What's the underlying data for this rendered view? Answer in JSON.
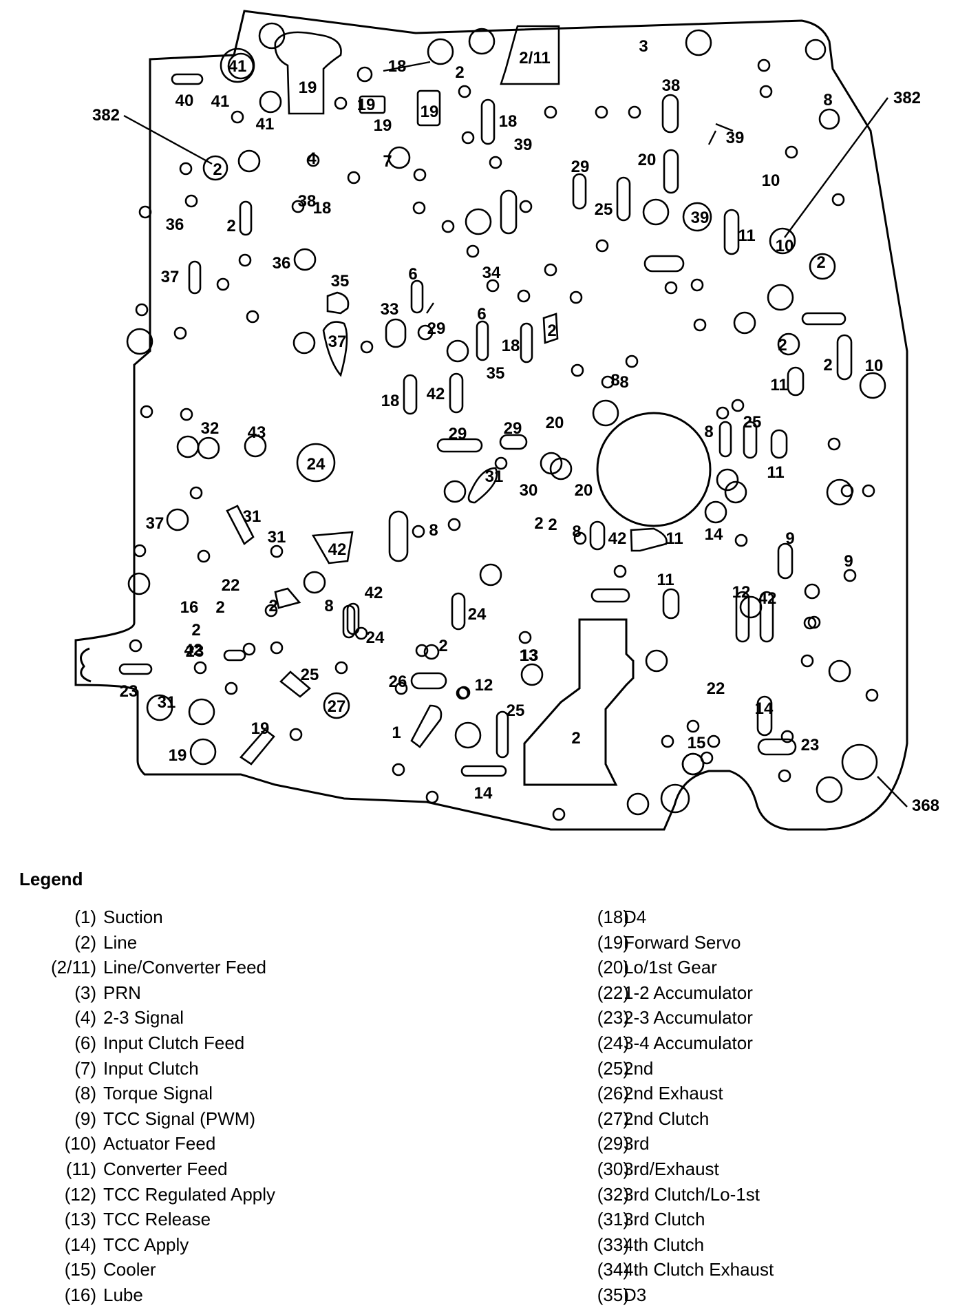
{
  "diagram": {
    "callouts": [
      "382",
      "382",
      "368"
    ],
    "labels": [
      "41",
      "40",
      "41",
      "41",
      "19",
      "18",
      "2",
      "19",
      "19",
      "19",
      "18",
      "2/11",
      "3",
      "38",
      "8",
      "39",
      "2",
      "4",
      "7",
      "38",
      "18",
      "36",
      "2",
      "39",
      "29",
      "20",
      "25",
      "39",
      "11",
      "10",
      "10",
      "37",
      "36",
      "35",
      "6",
      "34",
      "2",
      "33",
      "29",
      "6",
      "37",
      "18",
      "2",
      "8",
      "2",
      "2",
      "10",
      "11",
      "18",
      "42",
      "35",
      "8",
      "32",
      "43",
      "24",
      "29",
      "29",
      "20",
      "25",
      "8",
      "31",
      "30",
      "20",
      "11",
      "37",
      "31",
      "31",
      "2",
      "8",
      "8",
      "2",
      "42",
      "11",
      "14",
      "9",
      "42",
      "22",
      "2",
      "16",
      "2",
      "42",
      "13",
      "11",
      "12",
      "42",
      "9",
      "2",
      "8",
      "24",
      "24",
      "23",
      "2",
      "13",
      "23",
      "42",
      "25",
      "26",
      "12",
      "22",
      "31",
      "27",
      "19",
      "25",
      "1",
      "2",
      "14",
      "15",
      "23",
      "19",
      "14"
    ]
  },
  "legend": {
    "title": "Legend",
    "left": [
      {
        "num": "(1)",
        "label": "Suction"
      },
      {
        "num": "(2)",
        "label": "Line"
      },
      {
        "num": "(2/11)",
        "label": "Line/Converter Feed"
      },
      {
        "num": "(3)",
        "label": "PRN"
      },
      {
        "num": "(4)",
        "label": "2-3 Signal"
      },
      {
        "num": "(6)",
        "label": "Input Clutch Feed"
      },
      {
        "num": "(7)",
        "label": "Input Clutch"
      },
      {
        "num": "(8)",
        "label": "Torque Signal"
      },
      {
        "num": "(9)",
        "label": "TCC Signal (PWM)"
      },
      {
        "num": "(10)",
        "label": "Actuator Feed"
      },
      {
        "num": "(11)",
        "label": "Converter Feed"
      },
      {
        "num": "(12)",
        "label": "TCC Regulated Apply"
      },
      {
        "num": "(13)",
        "label": "TCC Release"
      },
      {
        "num": "(14)",
        "label": "TCC Apply"
      },
      {
        "num": "(15)",
        "label": "Cooler"
      },
      {
        "num": "(16)",
        "label": "Lube"
      }
    ],
    "right": [
      {
        "num": "(18)",
        "label": "D4"
      },
      {
        "num": "(19)",
        "label": "Forward Servo"
      },
      {
        "num": "(20)",
        "label": "Lo/1st Gear"
      },
      {
        "num": "(22)",
        "label": "1-2 Accumulator"
      },
      {
        "num": "(23)",
        "label": "2-3 Accumulator"
      },
      {
        "num": "(24)",
        "label": "3-4 Accumulator"
      },
      {
        "num": "(25)",
        "label": "2nd"
      },
      {
        "num": "(26)",
        "label": "2nd Exhaust"
      },
      {
        "num": "(27)",
        "label": "2nd Clutch"
      },
      {
        "num": "(29)",
        "label": "3rd"
      },
      {
        "num": "(30)",
        "label": "3rd/Exhaust"
      },
      {
        "num": "(32)",
        "label": "3rd Clutch/Lo-1st"
      },
      {
        "num": "(31)",
        "label": "3rd Clutch"
      },
      {
        "num": "(33)",
        "label": "4th Clutch"
      },
      {
        "num": "(34)",
        "label": "4th Clutch Exhaust"
      },
      {
        "num": "(35)",
        "label": "D3"
      }
    ]
  }
}
